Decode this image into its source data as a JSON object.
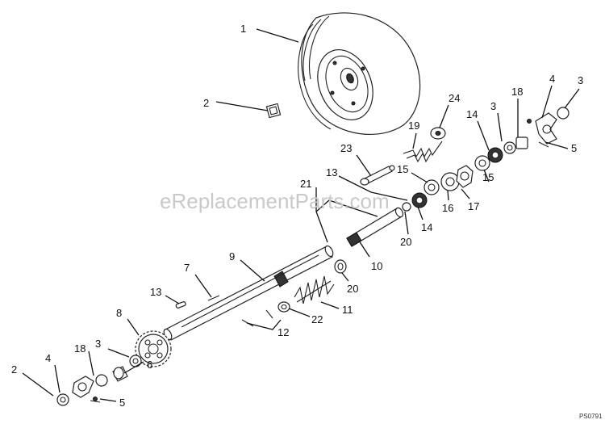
{
  "diagram": {
    "watermark": "eReplacementParts.com",
    "figure_code": "PS0791",
    "callouts": [
      "1",
      "2",
      "24",
      "19",
      "18",
      "4",
      "3",
      "3",
      "14",
      "5",
      "23",
      "15",
      "15",
      "13",
      "17",
      "16",
      "21",
      "14",
      "20",
      "10",
      "9",
      "7",
      "20",
      "11",
      "13",
      "22",
      "8",
      "12",
      "3",
      "18",
      "4",
      "6",
      "2",
      "5"
    ]
  }
}
